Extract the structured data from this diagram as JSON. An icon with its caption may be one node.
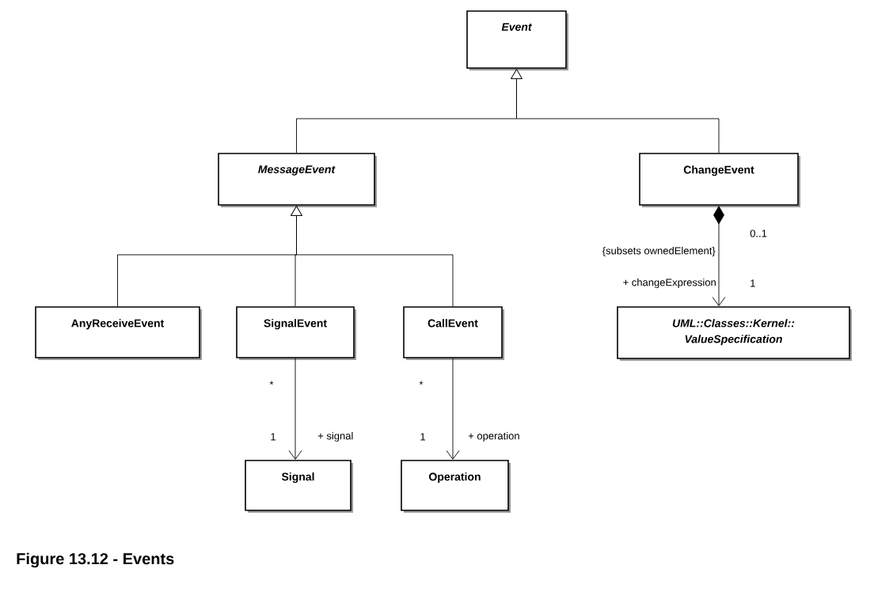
{
  "diagram": {
    "caption": "Figure 13.12 - Events",
    "nodes": [
      {
        "text": [
          "Event"
        ]
      },
      {
        "text": [
          "MessageEvent"
        ]
      },
      {
        "text": [
          "ChangeEvent"
        ]
      },
      {
        "text": [
          "AnyReceiveEvent"
        ]
      },
      {
        "text": [
          "SignalEvent"
        ]
      },
      {
        "text": [
          "CallEvent"
        ]
      },
      {
        "text": [
          "UML::Classes::Kernel:: ValueSpecification"
        ]
      },
      {
        "text": [
          "Signal"
        ]
      },
      {
        "text": [
          "Operation"
        ]
      }
    ],
    "edges": [
      {
        "from": 1,
        "to": 0,
        "arrow": "to"
      },
      {
        "from": 2,
        "to": 0,
        "arrow": "to"
      },
      {
        "from": 3,
        "to": 1,
        "arrow": "to"
      },
      {
        "from": 4,
        "to": 1,
        "arrow": "to"
      },
      {
        "from": 5,
        "to": 1,
        "arrow": "to"
      },
      {
        "from": 2,
        "to": 6,
        "arrow": "to",
        "label": "+ changeExpression"
      },
      {
        "from": 4,
        "to": 7,
        "arrow": "to",
        "label": "+ signal"
      },
      {
        "from": 5,
        "to": 8,
        "arrow": "to",
        "label": "+ operation"
      }
    ],
    "labels": [
      "0..1",
      "{subsets ownedElement}",
      "1",
      "*",
      "*",
      "1",
      "1"
    ]
  }
}
